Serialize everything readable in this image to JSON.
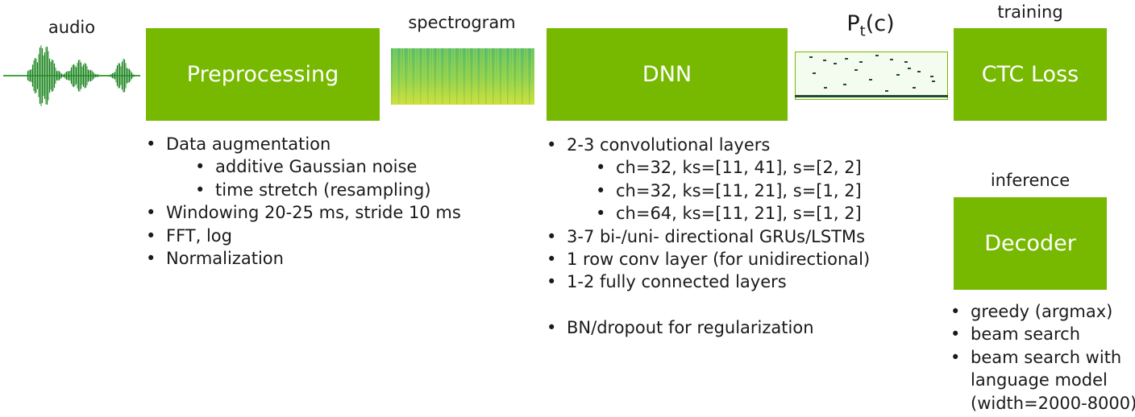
{
  "labels": {
    "audio": "audio",
    "spectrogram": "spectrogram",
    "pt_main": "P",
    "pt_sub": "t",
    "pt_arg": "(c)",
    "training": "training",
    "inference": "inference"
  },
  "boxes": {
    "preprocessing": "Preprocessing",
    "dnn": "DNN",
    "ctc_loss": "CTC Loss",
    "decoder": "Decoder"
  },
  "preprocessing_list": [
    "Data augmentation",
    "additive Gaussian noise",
    "time stretch (resampling)",
    "Windowing 20-25 ms, stride 10 ms",
    "FFT, log",
    "Normalization"
  ],
  "dnn_list": [
    "2-3 convolutional layers",
    "ch=32, ks=[11, 41], s=[2, 2]",
    "ch=32, ks=[11, 21], s=[1, 2]",
    "ch=64, ks=[11, 21], s=[1, 2]",
    "3-7 bi-/uni- directional GRUs/LSTMs",
    "1 row conv layer (for unidirectional)",
    "1-2 fully connected layers",
    "BN/dropout for regularization"
  ],
  "decoder_list": [
    "greedy (argmax)",
    "beam search",
    "beam search with",
    "language model",
    "(width=2000-8000)"
  ],
  "colors": {
    "accent": "#76b900",
    "text": "#1a1a1a",
    "wave": "#3fa53c",
    "wave_dark": "#1f7a2b"
  }
}
